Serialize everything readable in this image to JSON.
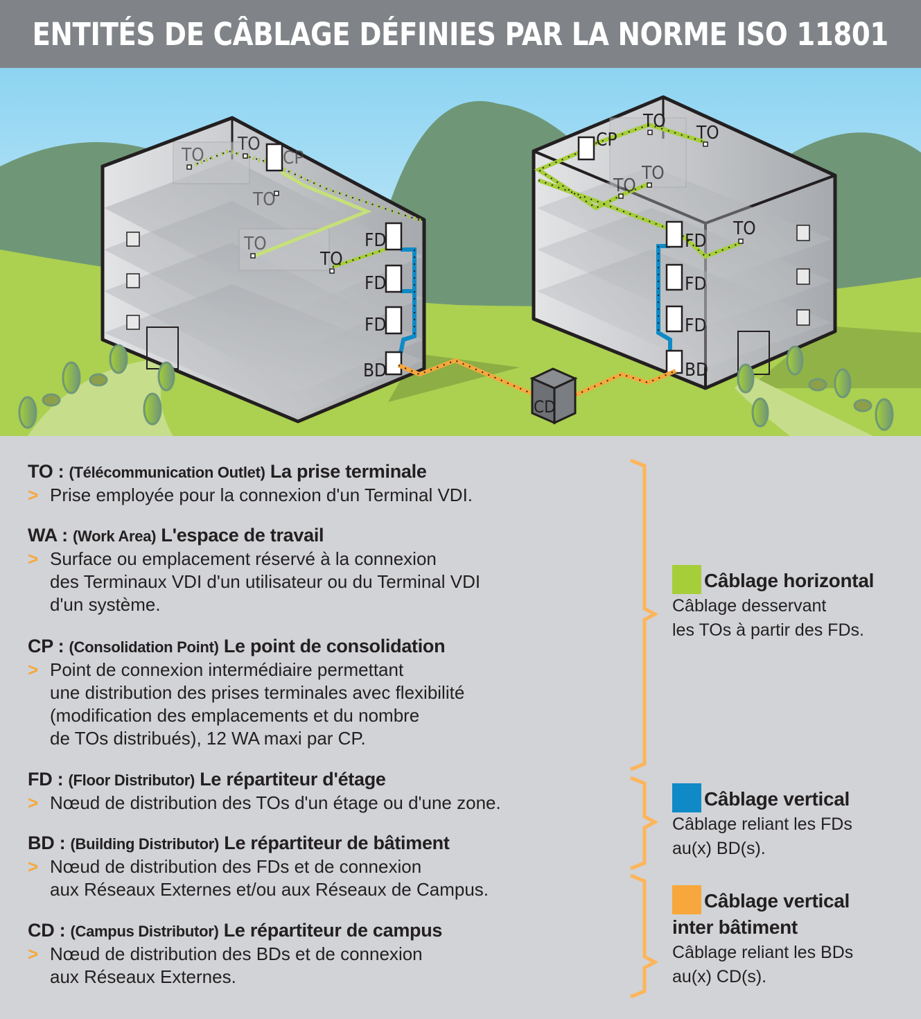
{
  "title": "ENTITÉS DE CÂBLAGE DÉFINIES PAR LA NORME ISO 11801",
  "colors": {
    "title_bg": "#808488",
    "panel_bg": "#d1d3d6",
    "horizontal": "#a6ce39",
    "vertical": "#0f8ac6",
    "inter_building": "#f7a73b",
    "bracket": "#fdb55a",
    "sky_top": "#8dd4f2",
    "hills": "#6f9777",
    "grass": "#acd050"
  },
  "illustration": {
    "left_building": {
      "labels": [
        "TO",
        "TO",
        "CP",
        "TO",
        "TO",
        "TO",
        "FD",
        "FD",
        "FD",
        "BD"
      ]
    },
    "right_building": {
      "labels": [
        "TO",
        "TO",
        "CP",
        "TO",
        "TO",
        "TO",
        "FD",
        "FD",
        "FD",
        "BD"
      ]
    },
    "campus_distributor_label": "CD"
  },
  "definitions": [
    {
      "abbr": "TO :",
      "full": "(Télécommunication Outlet)",
      "name": "La prise terminale",
      "lines": [
        "Prise employée pour la connexion d'un Terminal VDI."
      ]
    },
    {
      "abbr": "WA :",
      "full": "(Work Area)",
      "name": "L'espace de travail",
      "lines": [
        "Surface ou emplacement réservé à la connexion",
        "des Terminaux VDI d'un utilisateur ou du Terminal VDI",
        "d'un système."
      ]
    },
    {
      "abbr": "CP :",
      "full": "(Consolidation Point)",
      "name": "Le point de consolidation",
      "lines": [
        "Point de connexion intermédiaire permettant",
        "une distribution des prises terminales avec flexibilité",
        "(modification des emplacements et du nombre",
        "de TOs distribués), 12 WA maxi par CP."
      ]
    },
    {
      "abbr": "FD :",
      "full": "(Floor Distributor)",
      "name": "Le répartiteur d'étage",
      "lines": [
        "Nœud de distribution des TOs d'un étage ou d'une zone."
      ]
    },
    {
      "abbr": "BD :",
      "full": "(Building Distributor)",
      "name": "Le répartiteur de bâtiment",
      "lines": [
        "Nœud de distribution des FDs et de connexion",
        "aux Réseaux Externes et/ou aux Réseaux de Campus."
      ]
    },
    {
      "abbr": "CD :",
      "full": "(Campus Distributor)",
      "name": "Le répartiteur de campus",
      "lines": [
        "Nœud de distribution des BDs et de connexion",
        "aux Réseaux Externes."
      ]
    }
  ],
  "bullet_glyph": ">",
  "legend": [
    {
      "title": "Câblage horizontal",
      "title2": "",
      "desc": [
        "Câblage desservant",
        "les TOs à partir des FDs."
      ],
      "color": "#a6ce39"
    },
    {
      "title": "Câblage vertical",
      "title2": "",
      "desc": [
        "Câblage reliant les FDs",
        "au(x) BD(s)."
      ],
      "color": "#0f8ac6"
    },
    {
      "title": "Câblage vertical",
      "title2": "inter bâtiment",
      "desc": [
        "Câblage reliant les BDs",
        "au(x) CD(s)."
      ],
      "color": "#f7a73b"
    }
  ]
}
